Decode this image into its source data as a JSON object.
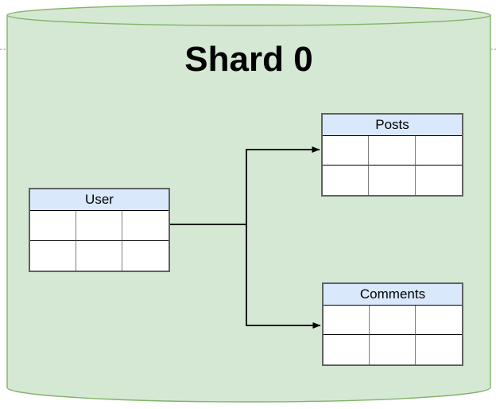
{
  "diagram": {
    "title": "Shard 0",
    "container": {
      "shape": "database-cylinder",
      "fill": "#d5e8d4",
      "stroke": "#82b366"
    },
    "tables": [
      {
        "label": "User",
        "columns": 3,
        "rows": 2,
        "header_fill": "#dae8fc",
        "cells": [
          [
            "",
            "",
            ""
          ],
          [
            "",
            "",
            ""
          ]
        ]
      },
      {
        "label": "Posts",
        "columns": 3,
        "rows": 2,
        "header_fill": "#dae8fc",
        "cells": [
          [
            "",
            "",
            ""
          ],
          [
            "",
            "",
            ""
          ]
        ]
      },
      {
        "label": "Comments",
        "columns": 3,
        "rows": 2,
        "header_fill": "#dae8fc",
        "cells": [
          [
            "",
            "",
            ""
          ],
          [
            "",
            "",
            ""
          ]
        ]
      }
    ],
    "connections": [
      {
        "from": "User",
        "to": "Posts",
        "style": "orthogonal",
        "arrowhead": "filled-triangle"
      },
      {
        "from": "User",
        "to": "Comments",
        "style": "orthogonal",
        "arrowhead": "filled-triangle"
      }
    ],
    "colors": {
      "background": "#ffffff",
      "cylinder_fill": "#d5e8d4",
      "cylinder_stroke": "#82b366",
      "table_header_fill": "#dae8fc",
      "table_outer_border": "#616161",
      "table_row_line": "#000000",
      "table_column_line": "#7f7f7f",
      "connector_line": "#000000",
      "title_text": "#000000"
    }
  }
}
